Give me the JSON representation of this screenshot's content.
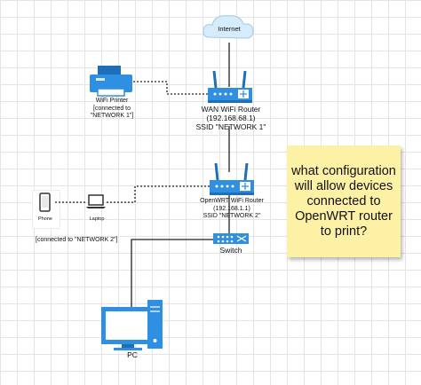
{
  "nodes": {
    "internet": {
      "label": "Internet"
    },
    "printer": {
      "label_lines": [
        "WiFi Printer",
        "[connected to",
        "\"NETWORK 1\"]"
      ]
    },
    "wan_router": {
      "label_lines": [
        "WAN WiFi Router",
        "(192.168.68.1)",
        "SSID \"NETWORK 1\""
      ]
    },
    "openwrt_router": {
      "label_lines": [
        "OpenWRT WiFi Router",
        "(192.168.1.1)",
        "SSID \"NETWORK 2\""
      ]
    },
    "phone": {
      "label": "Phone"
    },
    "laptop": {
      "label": "Laptop"
    },
    "network2_group": {
      "label": "[connected to \"NETWORK 2\"]"
    },
    "switch": {
      "label": "Switch"
    },
    "pc": {
      "label": "PC"
    }
  },
  "note": {
    "text": "what configuration will allow devices connected to OpenWRT router to print?"
  },
  "colors": {
    "device_blue": "#2f8fe0",
    "device_dark": "#1f6fb8",
    "cloud": "#d6ecfa",
    "note_bg": "#fdf1a6",
    "link": "#222222"
  }
}
